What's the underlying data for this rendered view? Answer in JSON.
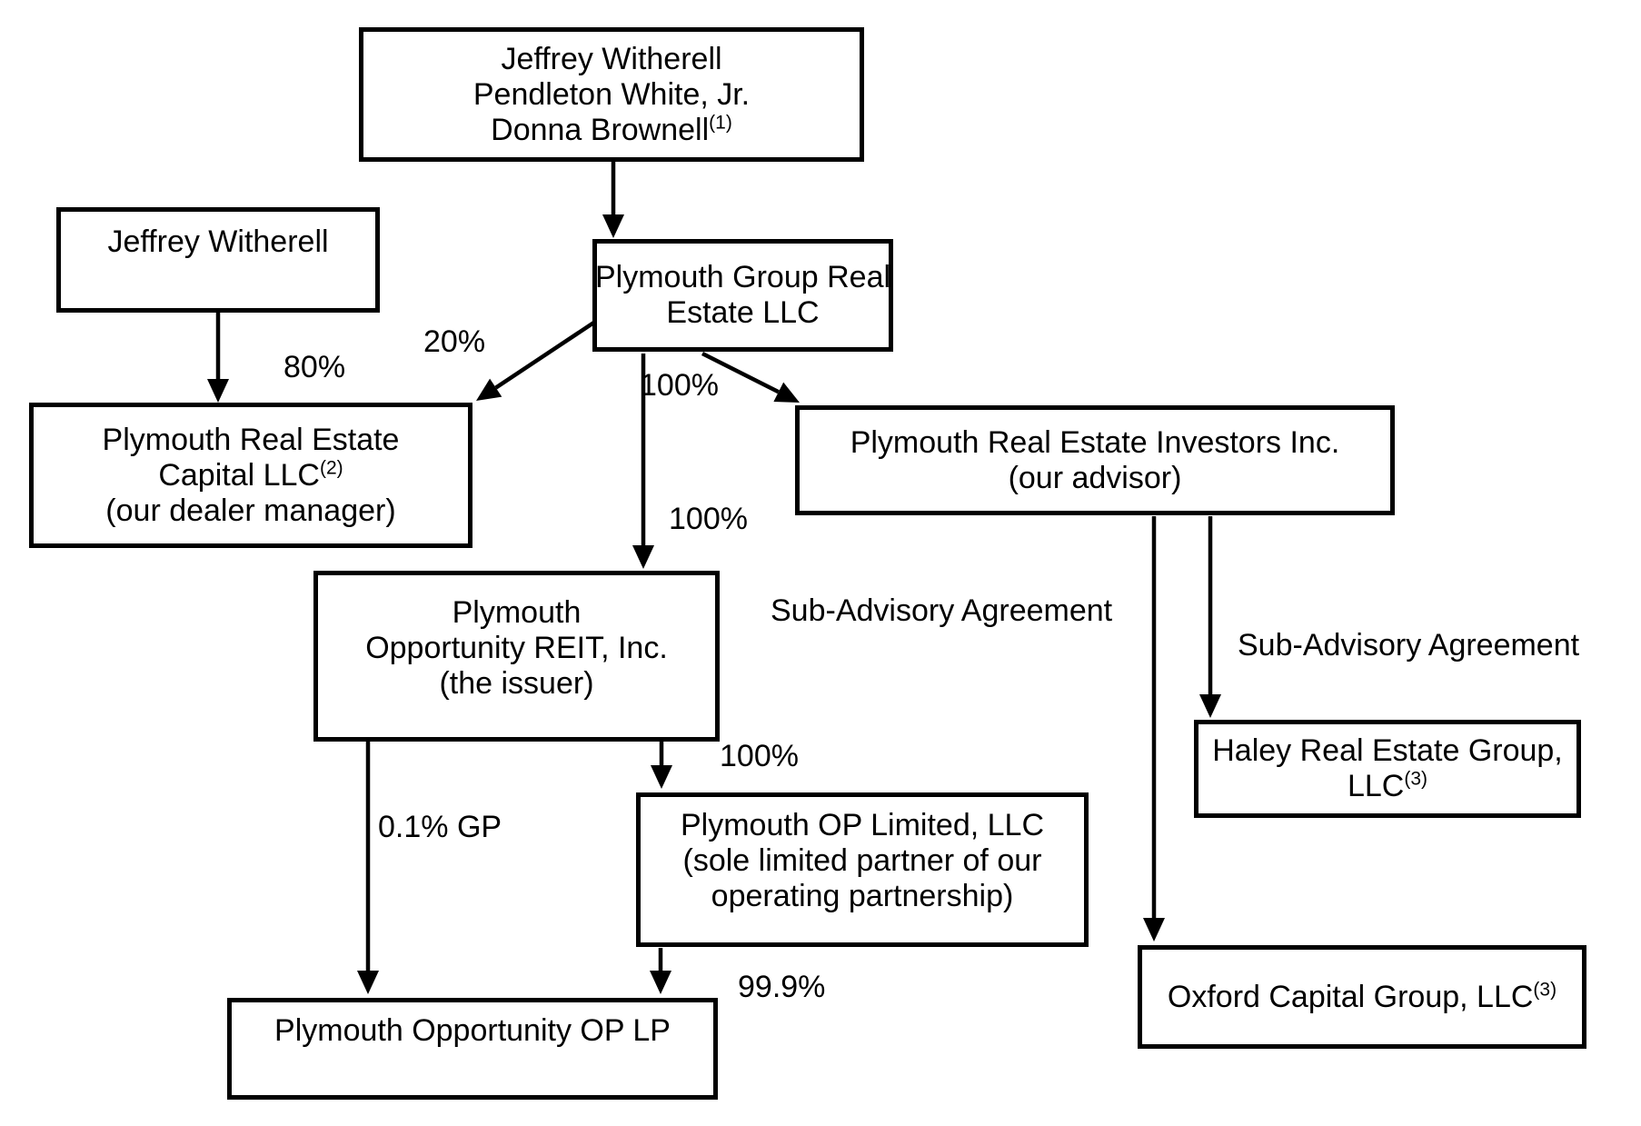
{
  "diagram": {
    "type": "corporate-structure-flowchart",
    "background_color": "#ffffff",
    "line_color": "#000000",
    "text_color": "#000000"
  },
  "nodes": {
    "principals": {
      "line1": "Jeffrey Witherell",
      "line2": "Pendleton White, Jr.",
      "line3": "Donna Brownell",
      "line3_sup": "(1)"
    },
    "witherell": {
      "line1": "Jeffrey Witherell"
    },
    "group": {
      "line1": "Plymouth Group Real",
      "line2": "Estate LLC"
    },
    "dealer": {
      "line1": "Plymouth Real Estate",
      "line2": "Capital LLC",
      "line2_sup": "(2)",
      "line3": "(our dealer manager)"
    },
    "investors": {
      "line1": "Plymouth Real Estate Investors Inc.",
      "line2": "(our advisor)"
    },
    "reit": {
      "line1": "Plymouth",
      "line2": "Opportunity REIT, Inc.",
      "line3": "(the issuer)"
    },
    "oplimited": {
      "line1": "Plymouth OP Limited, LLC",
      "line2": "(sole limited partner of our",
      "line3": "operating partnership)"
    },
    "haley": {
      "line1": "Haley Real Estate Group,",
      "line2": "LLC",
      "line2_sup": "(3)"
    },
    "oxford": {
      "line1": "Oxford Capital Group, LLC",
      "line1_sup": "(3)"
    },
    "oplp": {
      "line1": "Plymouth Opportunity OP LP"
    }
  },
  "edges": [
    {
      "from": "principals",
      "to": "group",
      "label": ""
    },
    {
      "from": "witherell",
      "to": "dealer",
      "label": "80%"
    },
    {
      "from": "group",
      "to": "dealer",
      "label": "20%"
    },
    {
      "from": "group",
      "to": "investors",
      "label": "100%"
    },
    {
      "from": "group",
      "to": "reit",
      "label": "100%"
    },
    {
      "from": "reit",
      "to": "oplimited",
      "label": "100%"
    },
    {
      "from": "reit",
      "to": "oplp",
      "label_line1": "0.1%",
      "label_line2": "GP"
    },
    {
      "from": "oplimited",
      "to": "oplp",
      "label": "99.9%"
    },
    {
      "from": "investors",
      "to": "haley",
      "label": "Sub-Advisory Agreement"
    },
    {
      "from": "investors",
      "to": "oxford",
      "label_line1": "Sub-Advisory",
      "label_line2": "Agreement"
    }
  ]
}
